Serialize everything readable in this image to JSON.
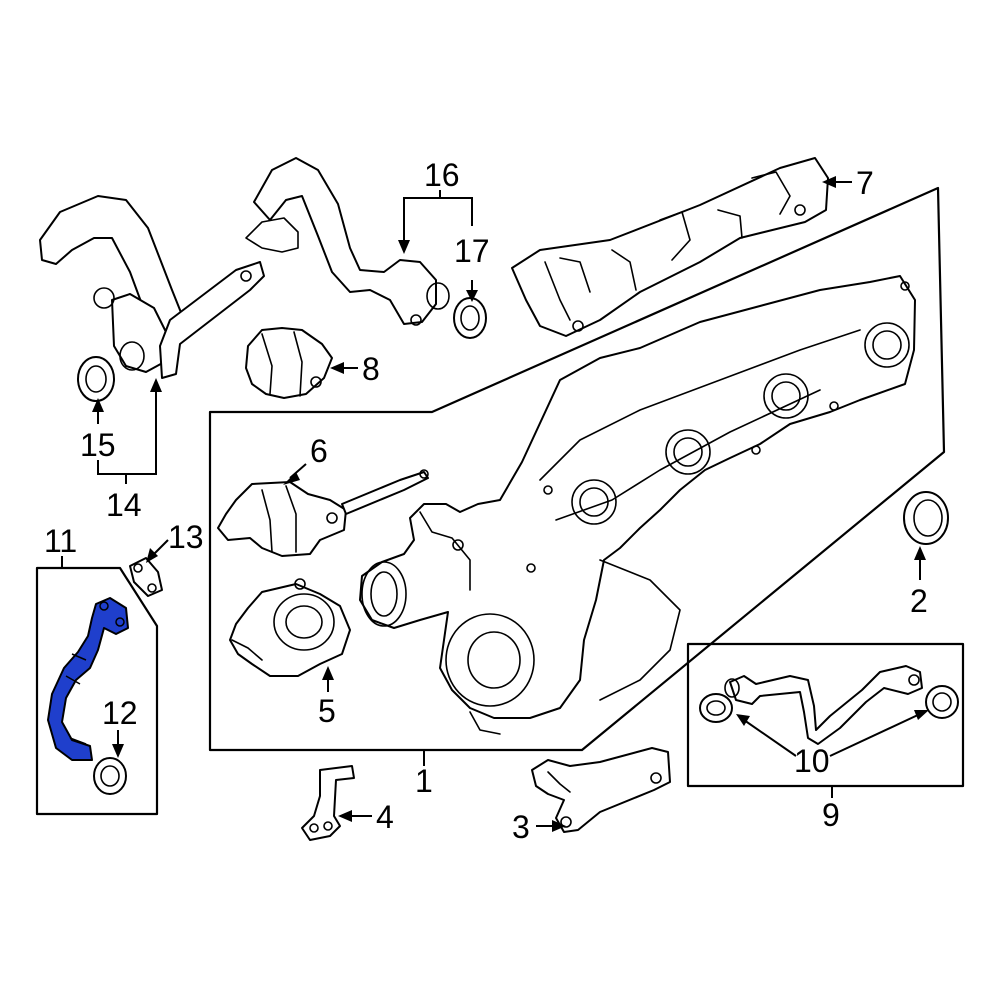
{
  "diagram": {
    "callouts": {
      "c1": "1",
      "c2": "2",
      "c3": "3",
      "c4": "4",
      "c5": "5",
      "c6": "6",
      "c7": "7",
      "c8": "8",
      "c9": "9",
      "c10": "10",
      "c11": "11",
      "c12": "12",
      "c13": "13",
      "c14": "14",
      "c15": "15",
      "c16": "16",
      "c17": "17"
    },
    "highlight_color": "#1f3fcc",
    "highlighted_part": "11"
  }
}
